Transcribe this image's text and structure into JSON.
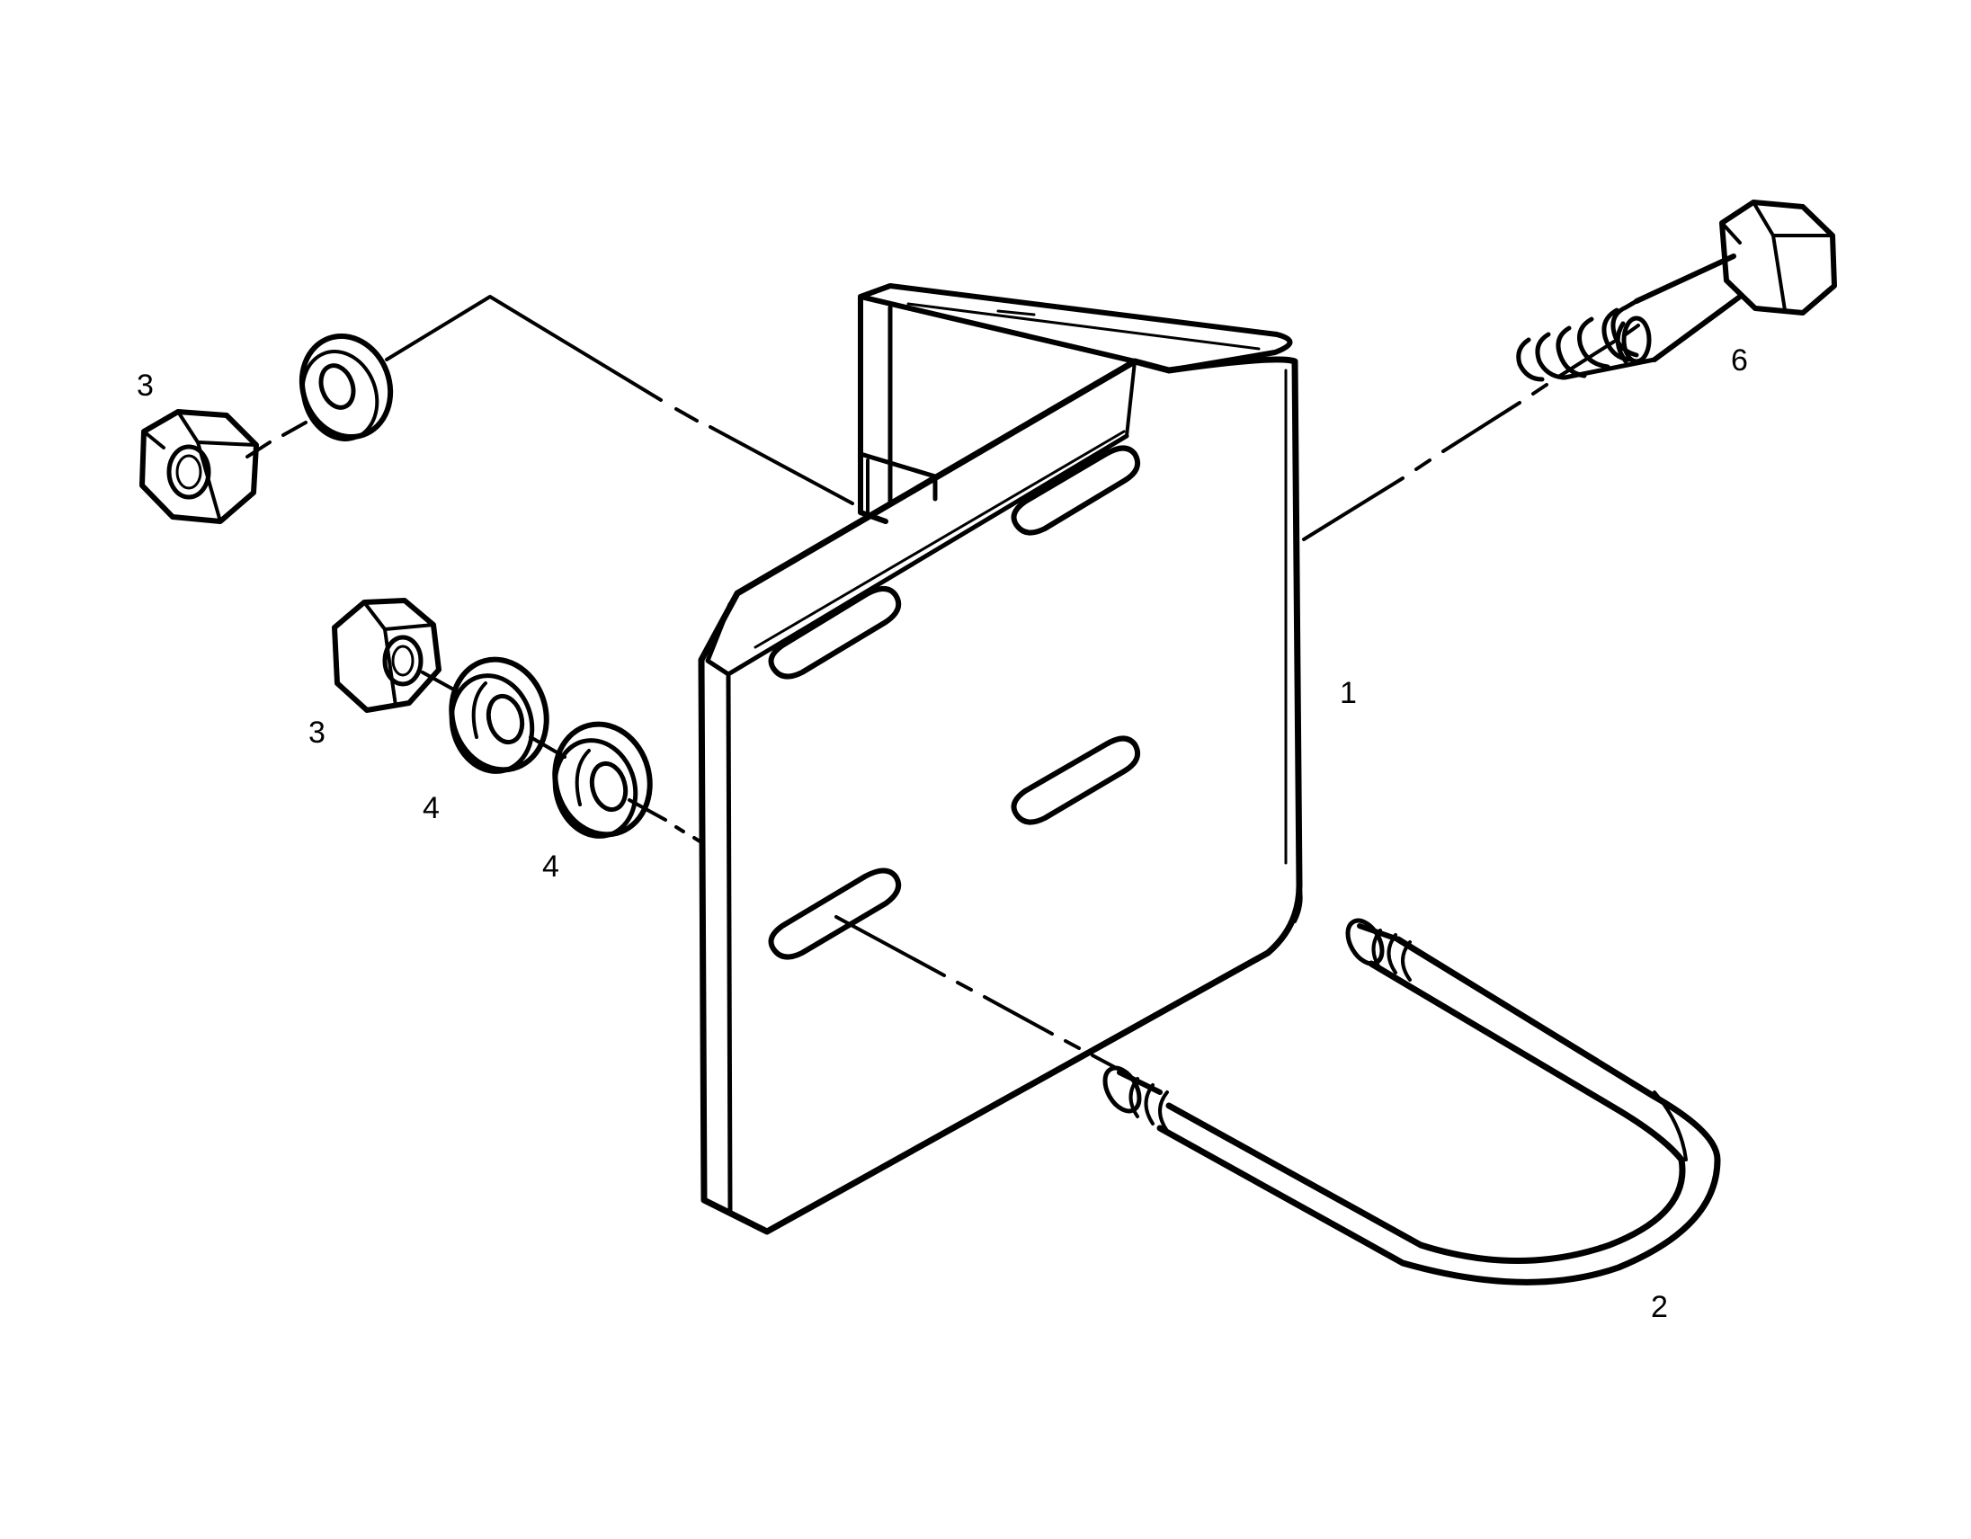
{
  "callouts": {
    "bracket": "1",
    "u_bolt": "2",
    "nut_top": "3",
    "nut_lower": "3",
    "washer_a": "4",
    "washer_b": "4",
    "bolt": "6"
  },
  "colors": {
    "ink": "#000000",
    "paper": "#ffffff"
  }
}
